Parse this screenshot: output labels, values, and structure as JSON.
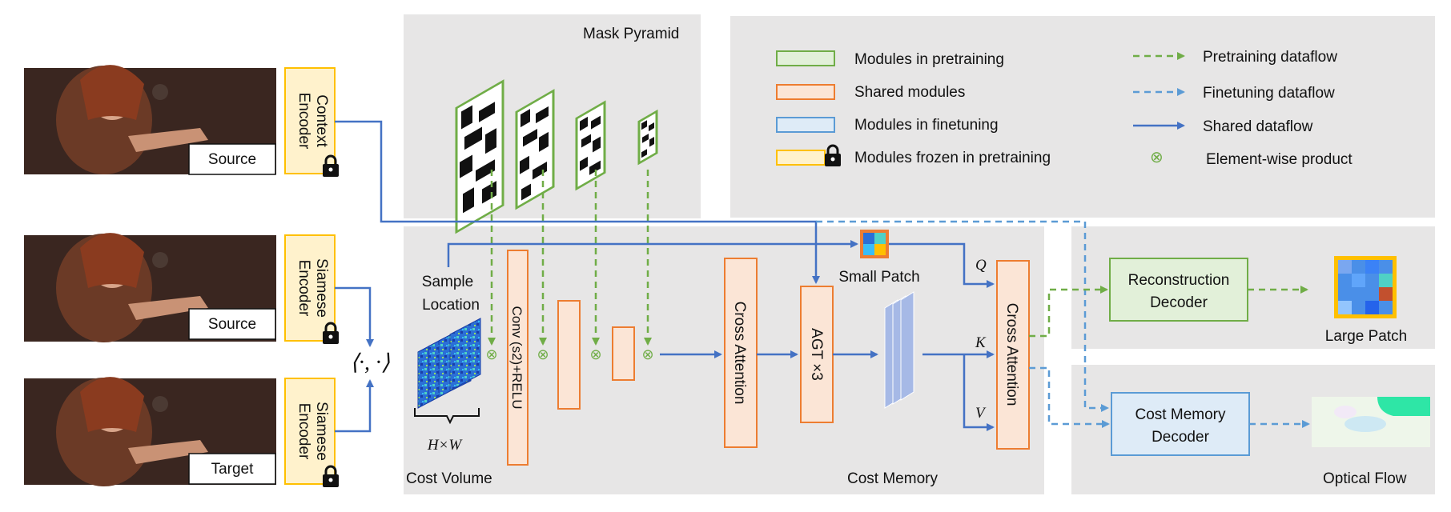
{
  "panels": {
    "mask_pyramid_title": "Mask Pyramid",
    "cost_volume_label": "Cost Volume",
    "cost_memory_label": "Cost Memory",
    "optical_flow_label": "Optical Flow"
  },
  "legend": {
    "left": [
      {
        "label": "Modules in pretraining",
        "fill": "#e2f0d9",
        "stroke": "#70ad47"
      },
      {
        "label": "Shared modules",
        "fill": "#fbe5d6",
        "stroke": "#ed7d31"
      },
      {
        "label": "Modules in finetuning",
        "fill": "#deebf7",
        "stroke": "#5b9bd5"
      },
      {
        "label": "Modules frozen in pretraining",
        "fill": "#fff2cc",
        "stroke": "#ffc000"
      }
    ],
    "right": [
      {
        "label": "Pretraining dataflow",
        "color": "#70ad47",
        "style": "dashed"
      },
      {
        "label": "Finetuning dataflow",
        "color": "#5b9bd5",
        "style": "dashed"
      },
      {
        "label": "Shared dataflow",
        "color": "#4472c4",
        "style": "solid"
      },
      {
        "label": "Element-wise product",
        "symbol": "⊗",
        "color": "#70ad47"
      }
    ]
  },
  "inputs": {
    "image1_label": "Source",
    "image2_label": "Source",
    "image3_label": "Target"
  },
  "encoders": {
    "context": [
      "Context",
      "Encoder"
    ],
    "siamese1": [
      "Siamese",
      "Encoder"
    ],
    "siamese2": [
      "Siamese",
      "Encoder"
    ]
  },
  "inner_product": "⟨·, ·⟩",
  "modules": {
    "sample_location": [
      "Sample",
      "Location"
    ],
    "hw": "H×W",
    "conv": "Conv (s2)+RELU",
    "cross_attention_1": "Cross Attention",
    "agt": "AGT ×3",
    "cross_attention_2": "Cross Attention",
    "small_patch": "Small Patch",
    "q": "Q",
    "k": "K",
    "v": "V",
    "reconstruction_decoder": [
      "Reconstruction",
      "Decoder"
    ],
    "large_patch": "Large Patch",
    "cost_memory_decoder": [
      "Cost Memory",
      "Decoder"
    ]
  },
  "colors": {
    "panel": "#e7e6e6",
    "shared_flow": "#4472c4",
    "pretrain_flow": "#70ad47",
    "finetune_flow": "#5b9bd5",
    "shared_fill": "#fbe5d6",
    "shared_stroke": "#ed7d31",
    "frozen_fill": "#fff2cc",
    "frozen_stroke": "#ffc000"
  }
}
